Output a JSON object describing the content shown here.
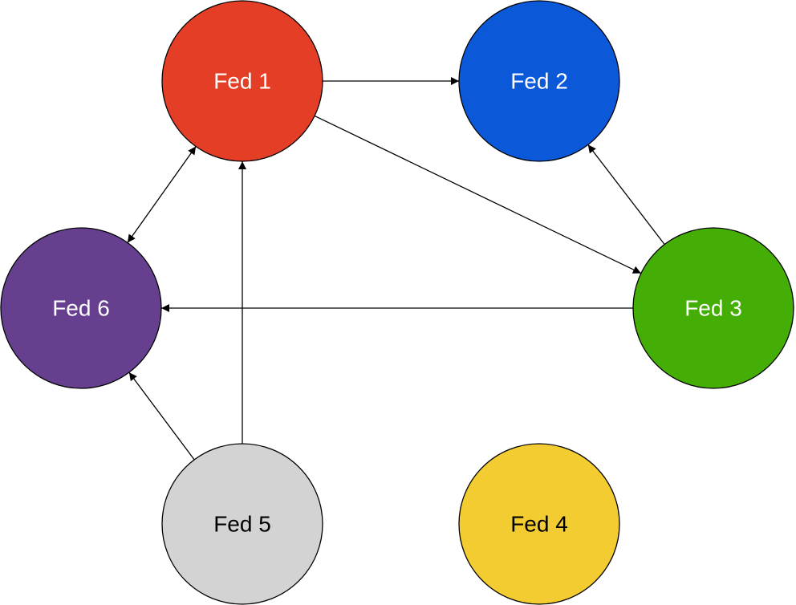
{
  "nodes": [
    {
      "id": "fed1",
      "label": "Fed 1",
      "fill": "#E43F26",
      "text_color": "#FFFFFF"
    },
    {
      "id": "fed2",
      "label": "Fed 2",
      "fill": "#0B59D8",
      "text_color": "#FFFFFF"
    },
    {
      "id": "fed3",
      "label": "Fed 3",
      "fill": "#44AD06",
      "text_color": "#FFFFFF"
    },
    {
      "id": "fed4",
      "label": "Fed 4",
      "fill": "#F2CC30",
      "text_color": "#000000"
    },
    {
      "id": "fed5",
      "label": "Fed 5",
      "fill": "#D3D3D3",
      "text_color": "#000000"
    },
    {
      "id": "fed6",
      "label": "Fed 6",
      "fill": "#673F8F",
      "text_color": "#FFFFFF"
    }
  ],
  "edges": [
    {
      "from": "fed1",
      "to": "fed2",
      "direction": "forward"
    },
    {
      "from": "fed1",
      "to": "fed3",
      "direction": "forward"
    },
    {
      "from": "fed3",
      "to": "fed2",
      "direction": "forward"
    },
    {
      "from": "fed3",
      "to": "fed6",
      "direction": "forward"
    },
    {
      "from": "fed1",
      "to": "fed6",
      "direction": "both"
    },
    {
      "from": "fed5",
      "to": "fed1",
      "direction": "forward"
    },
    {
      "from": "fed5",
      "to": "fed6",
      "direction": "forward"
    }
  ]
}
